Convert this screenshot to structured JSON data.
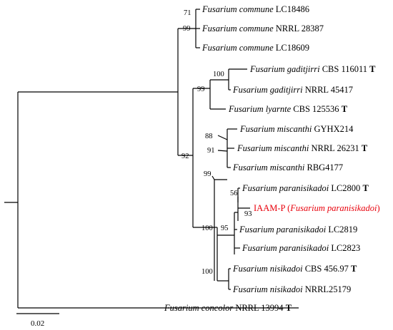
{
  "colors": {
    "branch": "#000000",
    "text": "#000000",
    "highlight": "#e8000b"
  },
  "taxa": [
    {
      "id": "t1",
      "genus": "Fusarium",
      "epithet": "commune",
      "strain": "LC18486",
      "type": ""
    },
    {
      "id": "t2",
      "genus": "Fusarium",
      "epithet": "commune",
      "strain": "NRRL 28387",
      "type": ""
    },
    {
      "id": "t3",
      "genus": "Fusarium",
      "epithet": "commune",
      "strain": "LC18609",
      "type": ""
    },
    {
      "id": "t4",
      "genus": "Fusarium",
      "epithet": "gaditjirri",
      "strain": "CBS 116011",
      "type": "T"
    },
    {
      "id": "t5",
      "genus": "Fusarium",
      "epithet": "gaditjirri",
      "strain": "NRRL 45417",
      "type": ""
    },
    {
      "id": "t6",
      "genus": "Fusarium",
      "epithet": "lyarnte",
      "strain": "CBS 125536",
      "type": "T"
    },
    {
      "id": "t7",
      "genus": "Fusarium",
      "epithet": "miscanthi",
      "strain": "GYHX214",
      "type": ""
    },
    {
      "id": "t8",
      "genus": "Fusarium",
      "epithet": "miscanthi",
      "strain": "NRRL 26231",
      "type": "T"
    },
    {
      "id": "t9",
      "genus": "Fusarium",
      "epithet": "miscanthi",
      "strain": "RBG4177",
      "type": ""
    },
    {
      "id": "t10",
      "genus": "Fusarium",
      "epithet": "paranisikadoi",
      "strain": "LC2800",
      "type": "T"
    },
    {
      "id": "t11",
      "isolate": "IAAM-P",
      "paren_name": "Fusarium paranisikadoi",
      "highlight": true
    },
    {
      "id": "t12",
      "genus": "Fusarium",
      "epithet": "paranisikadoi",
      "strain": "LC2819",
      "type": ""
    },
    {
      "id": "t13",
      "genus": "Fusarium",
      "epithet": "paranisikadoi",
      "strain": "LC2823",
      "type": ""
    },
    {
      "id": "t14",
      "genus": "Fusarium",
      "epithet": "nisikadoi",
      "strain": "CBS 456.97",
      "type": "T"
    },
    {
      "id": "t15",
      "genus": "Fusarium",
      "epithet": "nisikadoi",
      "strain": "NRRL25179",
      "type": ""
    },
    {
      "id": "t16",
      "genus": "Fusarium",
      "epithet": "concolor",
      "strain": "NRRL 13994",
      "type": "T"
    }
  ],
  "bootstrap": [
    {
      "id": "b71",
      "value": "71"
    },
    {
      "id": "b99a",
      "value": "99"
    },
    {
      "id": "b100a",
      "value": "100"
    },
    {
      "id": "b99b",
      "value": "99"
    },
    {
      "id": "b88",
      "value": "88"
    },
    {
      "id": "b91",
      "value": "91"
    },
    {
      "id": "b92",
      "value": "92"
    },
    {
      "id": "b99c",
      "value": "99"
    },
    {
      "id": "b56",
      "value": "56"
    },
    {
      "id": "b93",
      "value": "93"
    },
    {
      "id": "b95",
      "value": "95"
    },
    {
      "id": "b100b",
      "value": "100"
    },
    {
      "id": "b100c",
      "value": "100"
    }
  ],
  "scale_bar": {
    "label": "0.02"
  }
}
